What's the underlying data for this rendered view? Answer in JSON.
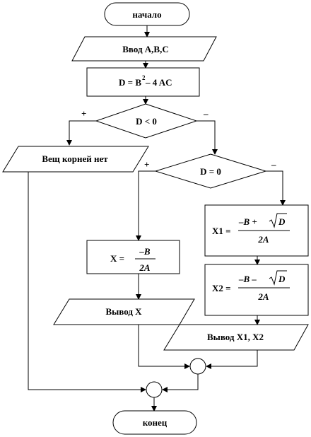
{
  "flowchart": {
    "start": "начало",
    "input": "Ввод A,B,C",
    "discriminant": {
      "lhs": "D = B",
      "exp": "2",
      "rhs": " – 4 AC"
    },
    "cond1": "D < 0",
    "cond2": "D = 0",
    "plus": "+",
    "minus": "–",
    "no_roots": "Вещ корней нет",
    "x_single": {
      "lhs": "X =",
      "num": "–B",
      "den": "2A"
    },
    "x1": {
      "lhs": "X1 =",
      "num_a": "–B +",
      "root": "D",
      "den": "2A"
    },
    "x2": {
      "lhs": "X2 =",
      "num_a": "–B –",
      "root": "D",
      "den": "2A"
    },
    "out_x": "Вывод X",
    "out_x12": "Вывод X1, X2",
    "end": "конец"
  }
}
